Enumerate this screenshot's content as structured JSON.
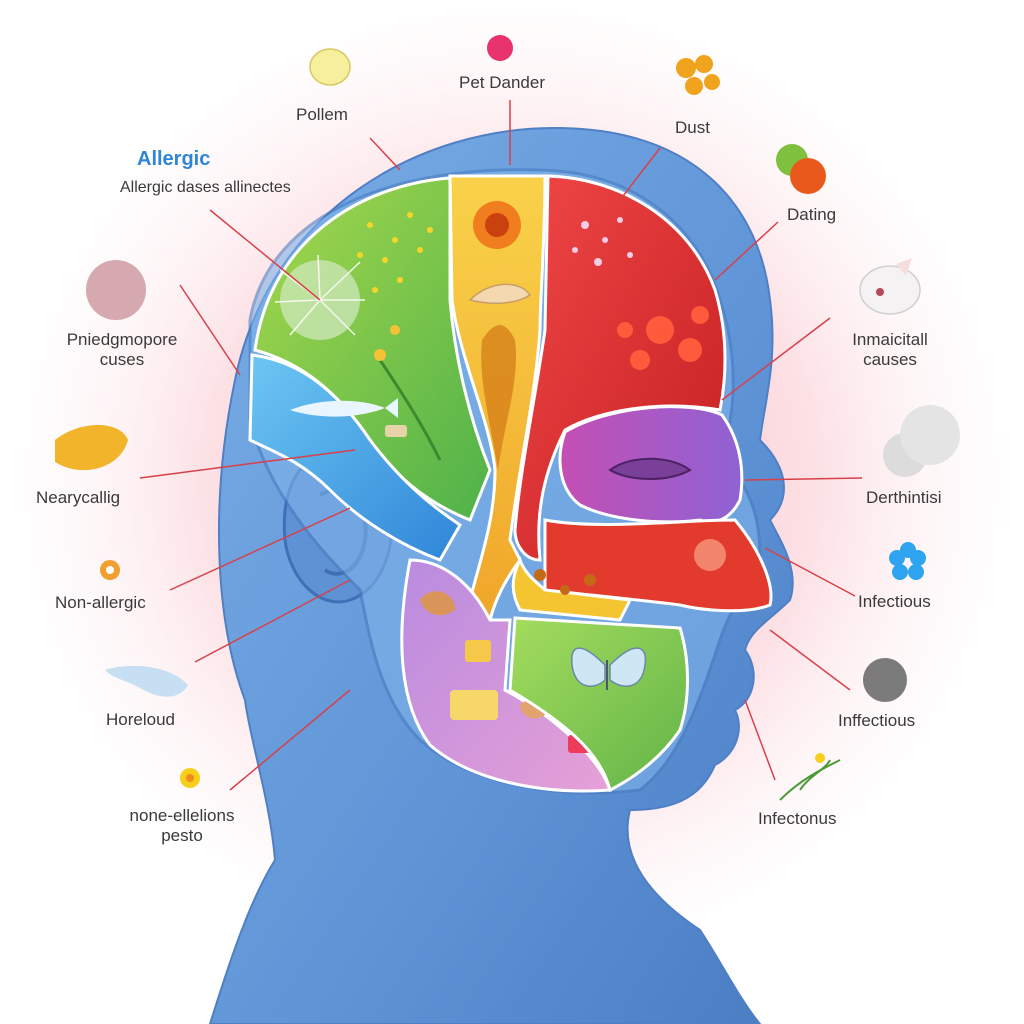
{
  "heading": "Allergic",
  "subheading": {
    "line1": "Allergic dases",
    "line2": "allinectes"
  },
  "labels": {
    "pollen": "Pollem",
    "pet_dander": "Pet Dander",
    "dust": "Dust",
    "dating": "Dating",
    "frequent": {
      "line1": "Pniedgmopore",
      "line2": "cuses"
    },
    "intracranial": {
      "line1": "Inmaicitall",
      "line2": "causes"
    },
    "nearycallig": "Nearycallig",
    "dermatitis": "Derthintisi",
    "non_allergic": "Non-allergic",
    "infectious_1": "Infectious",
    "horeloud": "Horeloud",
    "infectious_2": "Inffectious",
    "non_infectious": {
      "line1": "none-ellelions",
      "line2": "pesto"
    },
    "infectonus": "Infectonus"
  },
  "colors": {
    "head": "#6f9fdc",
    "head_dark": "#4f7fc4",
    "zone_green": "#78c84a",
    "zone_yellow": "#f5c236",
    "zone_red": "#e2302c",
    "zone_purple": "#b068c8",
    "zone_blue": "#4aa8e6",
    "leader_line": "#d8404a",
    "glow": "#f4a6b0"
  }
}
